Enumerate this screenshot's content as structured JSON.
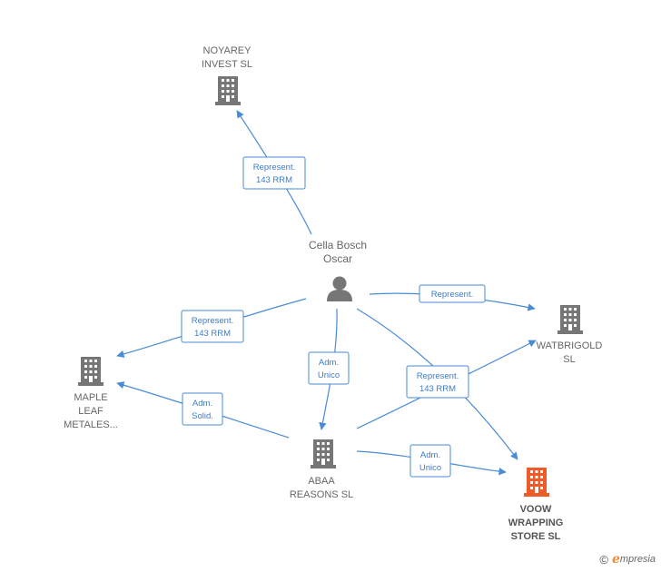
{
  "colors": {
    "edge": "#4a8bd6",
    "node": "#767676",
    "node_highlight": "#f05a28"
  },
  "nodes": {
    "noyarey": {
      "lines": [
        "NOYAREY",
        "INVEST  SL"
      ],
      "icon": "building-icon"
    },
    "cella": {
      "lines": [
        "Cella Bosch",
        "Oscar"
      ],
      "icon": "person-icon"
    },
    "watbrigold": {
      "lines": [
        "WATBRIGOLD",
        "SL"
      ],
      "icon": "building-icon"
    },
    "maple": {
      "lines": [
        "MAPLE",
        "LEAF",
        "METALES..."
      ],
      "icon": "building-icon"
    },
    "abaa": {
      "lines": [
        "ABAA",
        "REASONS  SL"
      ],
      "icon": "building-icon"
    },
    "voow": {
      "lines": [
        "VOOW",
        "WRAPPING",
        "STORE  SL"
      ],
      "icon": "building-icon"
    }
  },
  "edges": [
    {
      "id": "cella-noyarey",
      "lines": [
        "Represent.",
        "143 RRM"
      ]
    },
    {
      "id": "cella-watbrigold",
      "lines": [
        "Represent."
      ]
    },
    {
      "id": "cella-maple",
      "lines": [
        "Represent.",
        "143 RRM"
      ]
    },
    {
      "id": "cella-abaa",
      "lines": [
        "Adm.",
        "Unico"
      ]
    },
    {
      "id": "cella-voow",
      "lines": [
        "Represent.",
        "143 RRM"
      ]
    },
    {
      "id": "abaa-maple",
      "lines": [
        "Adm.",
        "Solid."
      ]
    },
    {
      "id": "abaa-voow",
      "lines": [
        "Adm.",
        "Unico"
      ]
    }
  ],
  "brand": {
    "copyright": "©",
    "initial": "e",
    "name": "mpresia"
  }
}
